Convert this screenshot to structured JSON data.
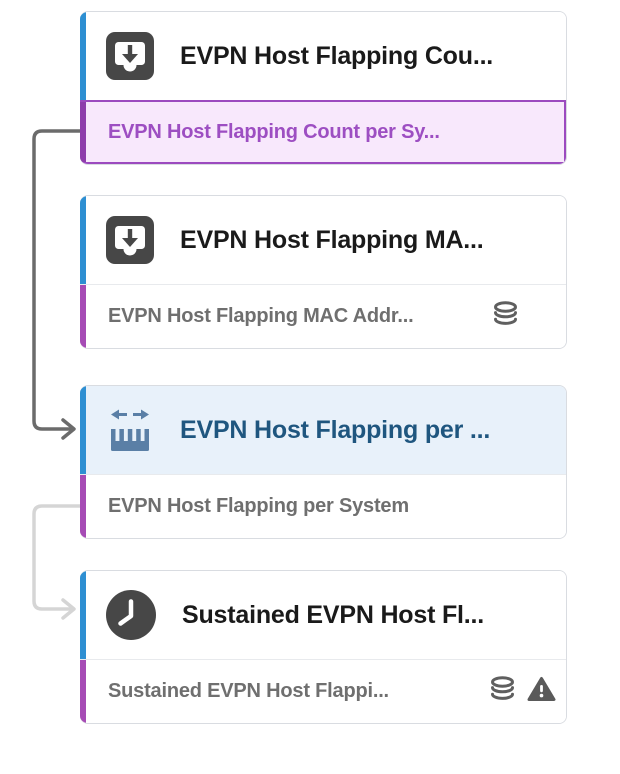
{
  "diagram": {
    "nodes": [
      {
        "id": "node-1",
        "title": "EVPN Host Flapping Cou...",
        "icon": "import-box-icon",
        "selected": false,
        "output": {
          "label": "EVPN Host Flapping Count per Sy...",
          "selected": true,
          "icons": []
        }
      },
      {
        "id": "node-2",
        "title": "EVPN Host Flapping MA...",
        "icon": "import-box-icon",
        "selected": false,
        "output": {
          "label": "EVPN Host Flapping MAC Addr...",
          "selected": false,
          "icons": [
            "database-icon"
          ]
        }
      },
      {
        "id": "node-3",
        "title": "EVPN Host Flapping per ...",
        "icon": "range-ruler-icon",
        "selected": true,
        "output": {
          "label": "EVPN Host Flapping per System",
          "selected": false,
          "icons": []
        }
      },
      {
        "id": "node-4",
        "title": "Sustained EVPN Host Fl...",
        "icon": "clock-icon",
        "selected": false,
        "output": {
          "label": "Sustained EVPN Host Flappi...",
          "selected": false,
          "icons": [
            "database-icon",
            "warning-icon"
          ]
        }
      }
    ],
    "connections": [
      {
        "from": "node-1.output",
        "to": "node-3",
        "style": "active"
      },
      {
        "from": "node-3.output",
        "to": "node-4",
        "style": "inactive"
      }
    ],
    "colors": {
      "stripe_blue": "#2e8fd2",
      "stripe_purple": "#a64cb5",
      "selected_row_border": "#9c4abf",
      "selected_row_bg": "#f8e8fc",
      "selected_row_text": "#9d4ec2",
      "selected_top_bg": "#e8f1fa",
      "selected_title_text": "#1f567f",
      "icon_dark": "#474747",
      "icon_steel_blue": "#5a7fa6",
      "row_text": "#6f6f6f",
      "connector_active": "#6b6b6b",
      "connector_inactive": "#d5d5d5"
    }
  }
}
